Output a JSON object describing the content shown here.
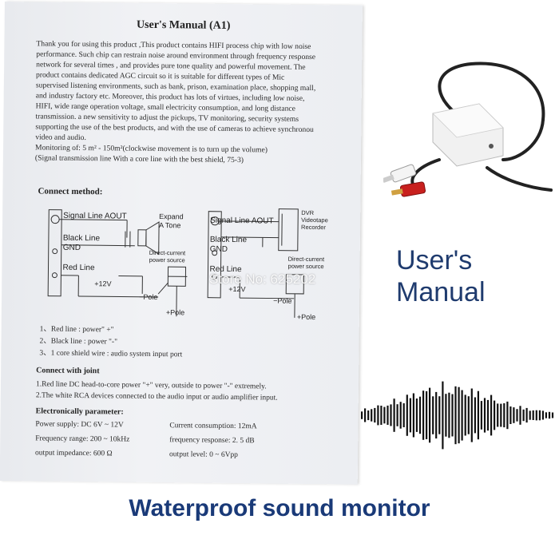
{
  "manual": {
    "title": "User's Manual (A1)",
    "intro_lines": [
      "Thank you for using this product ,This product contains HIFI process chip with low noise",
      "performance. Such chip can restrain noise around environment through frequency response",
      "network for several times , and provides pure tone quality and powerful movement. The",
      "product contains dedicated AGC circuit so it is suitable for different types of Mic",
      "supervised listening environments, such as bank, prison, examination place, shopping mall,",
      "and industry factory etc. Moreover, this product has lots of virtues, including low noise,",
      "HIFI, wide range operation voltage, small electricity consumption, and long distance",
      "transmission. a new sensitivity to adjust the pickups, TV monitoring, security systems",
      "supporting the use of the best products, and with the use of cameras to achieve synchronou",
      "video and audio.",
      "Monitoring of: 5 m² - 150m²(clockwise movement is to turn up the volume)",
      "(Signal transmission line With a core line with the best shield, 75-3)"
    ],
    "connect_title": "Connect method:",
    "diagram_left": {
      "signal": "Signal Line AOUT",
      "black": "Black Line",
      "gnd": "GND",
      "red": "Red Line",
      "v12": "+12V",
      "expand": "Expand",
      "atone": "A Tone",
      "dc": "Direct-current",
      "power": "power source",
      "neg_pole": "−Pole",
      "pos_pole": "+Pole"
    },
    "diagram_right": {
      "signal": "Signal Line AOUT",
      "black": "Black Line",
      "gnd": "GND",
      "red": "Red Line",
      "v12": "+12V",
      "dvr": "DVR",
      "videotape": "Videotape",
      "recorder": "Recorder",
      "dc": "Direct-current",
      "power": "power source",
      "neg_pole": "−Pole",
      "pos_pole": "+Pole"
    },
    "notes": [
      "1、Red line : power\" +\"",
      "2、Black line : power \"-\"",
      "3、1 core shield wire : audio system input port"
    ],
    "joint_title": "Connect with joint",
    "joint_lines": [
      "1.Red line DC head-to-core power \"+\" very,  outside to power \"-\" extremely.",
      "2.The white RCA devices connected to the audio input or audio amplifier input."
    ],
    "elec_title": "Electronically parameter:",
    "params": {
      "supply": "Power supply: DC 6V ~ 12V",
      "freq_range": "Frequency range: 200 ~ 10kHz",
      "impedance": "output impedance: 600 Ω",
      "consumption": "Current consumption: 12mA",
      "freq_response": "frequency response: 2. 5 dB",
      "level": "output level: 0 ~ 6Vpp"
    }
  },
  "watermark": "Store No: 625202",
  "users_manual_label": [
    "User's",
    "Manual"
  ],
  "caption": "Waterproof sound monitor",
  "colors": {
    "heading_blue": "#1a3a78",
    "label_blue": "#1f3b6e",
    "rca_red": "#c8201e",
    "rca_white": "#f4f4f4"
  }
}
